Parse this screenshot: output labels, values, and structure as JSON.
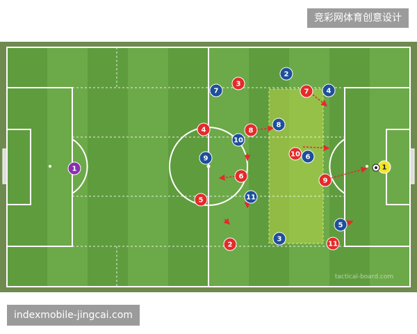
{
  "brand_text": "竞彩网体育创意设计",
  "watermark": "indexmobile-jingcai.com",
  "credit": "tactical-board.com",
  "colors": {
    "pitch_dark": "#5c9a3c",
    "pitch_light": "#6aa746",
    "border": "#6f8a4e",
    "red_team": "#e32b2b",
    "blue_team": "#1e4f9a",
    "purple_keeper": "#8a2fb0",
    "yellow_keeper": "#f3e52a",
    "zone": "#b9d64a",
    "line": "#ffffff"
  },
  "players": {
    "red": [
      {
        "num": "1",
        "team": "purple"
      },
      {
        "num": "2",
        "team": "red"
      },
      {
        "num": "3",
        "team": "red"
      },
      {
        "num": "4",
        "team": "red"
      },
      {
        "num": "5",
        "team": "red"
      },
      {
        "num": "6",
        "team": "red"
      },
      {
        "num": "7",
        "team": "red"
      },
      {
        "num": "8",
        "team": "red"
      },
      {
        "num": "9",
        "team": "red"
      },
      {
        "num": "10",
        "team": "red"
      },
      {
        "num": "11",
        "team": "red"
      }
    ],
    "blue": [
      {
        "num": "1",
        "team": "yellow"
      },
      {
        "num": "2",
        "team": "blue"
      },
      {
        "num": "3",
        "team": "blue"
      },
      {
        "num": "4",
        "team": "blue"
      },
      {
        "num": "5",
        "team": "blue"
      },
      {
        "num": "6",
        "team": "blue"
      },
      {
        "num": "7",
        "team": "blue"
      },
      {
        "num": "8",
        "team": "blue"
      },
      {
        "num": "9",
        "team": "blue"
      },
      {
        "num": "10",
        "team": "blue"
      },
      {
        "num": "11",
        "team": "blue"
      }
    ]
  }
}
